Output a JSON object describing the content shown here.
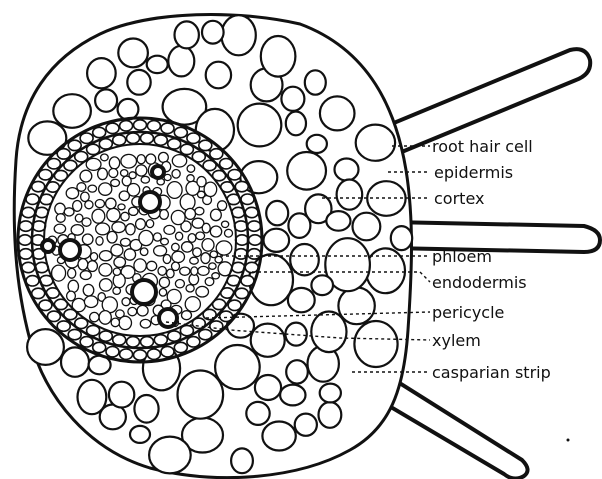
{
  "diagram": {
    "labels": [
      {
        "id": "root-hair-cell",
        "text": "root hair cell"
      },
      {
        "id": "epidermis",
        "text": "epidermis"
      },
      {
        "id": "cortex",
        "text": "cortex"
      },
      {
        "id": "phloem",
        "text": "phloem"
      },
      {
        "id": "endodermis",
        "text": "endodermis"
      },
      {
        "id": "pericycle",
        "text": "pericycle"
      },
      {
        "id": "xylem",
        "text": "xylem"
      },
      {
        "id": "casparian-strip",
        "text": "casparian strip"
      }
    ]
  }
}
